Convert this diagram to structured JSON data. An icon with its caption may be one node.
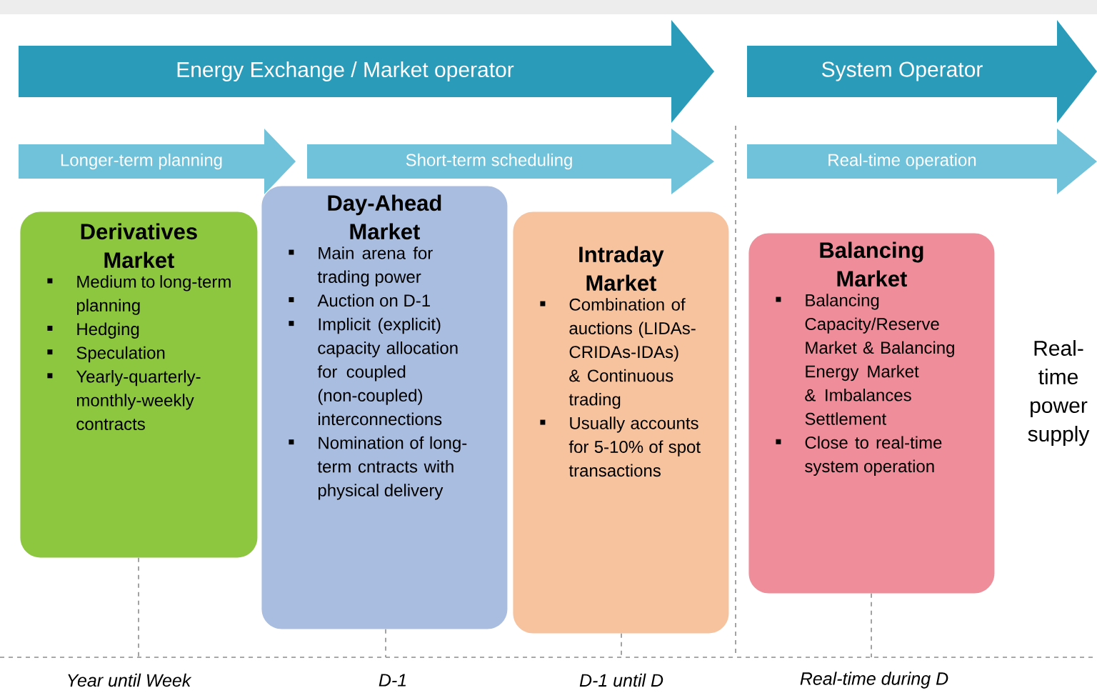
{
  "diagram": {
    "nodes": [
      {
        "text": [
          "Energy Exchange / Market operator"
        ]
      },
      {
        "text": [
          "System Operator"
        ]
      },
      {
        "text": [
          "Longer-term planning"
        ]
      },
      {
        "text": [
          "Short-term scheduling"
        ]
      },
      {
        "text": [
          "Real-time operation"
        ]
      },
      {
        "text": [
          "Derivatives Market",
          "Medium to long-term planning",
          "Hedging",
          "Speculation",
          "Yearly-quarterly-monthly-weekly contracts"
        ]
      },
      {
        "text": [
          "Day-Ahead Market",
          "Main arena for trading power",
          "Auction on D-1",
          "Implicit (explicit) capacity allocation for coupled (non-coupled) interconnections",
          "Nomination of long-term cntracts with physical delivery"
        ]
      },
      {
        "text": [
          "Intraday Market",
          "Combination of auctions (LIDAs-CRIDAs-IDAs) & Continuous trading",
          "Usually accounts for 5-10% of spot transactions"
        ]
      },
      {
        "text": [
          "Balancing Market",
          "Balancing Capacity/Reserve Market & Balancing Energy Market & Imbalances Settlement",
          "Close to real-time system operation"
        ]
      },
      {
        "text": [],
        "shape": "bar"
      }
    ],
    "edges": [
      {
        "from": 5,
        "to": 9,
        "arrow": "none",
        "style": "dashed"
      },
      {
        "from": 6,
        "to": 9,
        "arrow": "none",
        "style": "dashed"
      },
      {
        "from": 7,
        "to": 9,
        "arrow": "none",
        "style": "dashed"
      },
      {
        "from": 8,
        "to": 9,
        "arrow": "none",
        "style": "dashed"
      }
    ],
    "labels": [
      "Real-time power supply",
      "Year until Week",
      "D-1",
      "D-1 until D",
      "Real-time during D"
    ]
  }
}
